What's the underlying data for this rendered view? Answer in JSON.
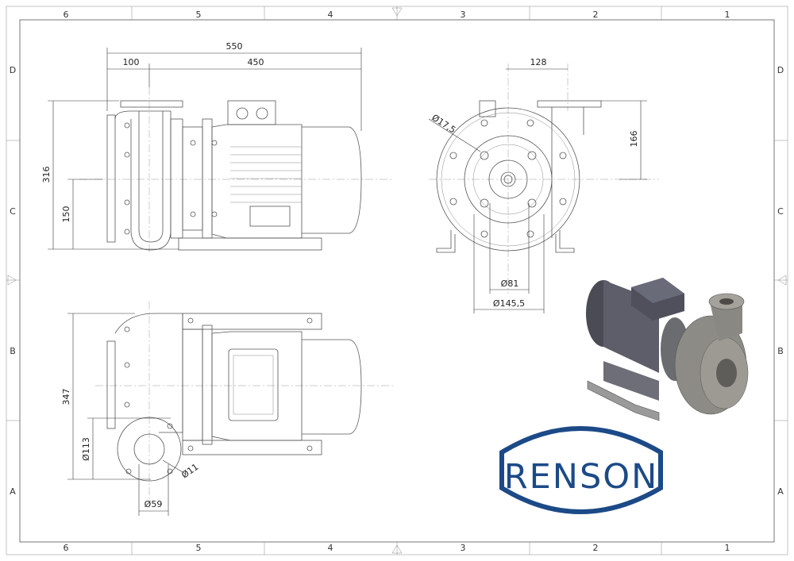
{
  "frame": {
    "columns": [
      "6",
      "5",
      "4",
      "3",
      "2",
      "1"
    ],
    "rows": [
      "D",
      "C",
      "B",
      "A"
    ]
  },
  "dimensions": {
    "overall_length": "550",
    "inlet_offset": "100",
    "motor_length": "450",
    "total_height": "316",
    "shaft_height": "150",
    "outlet_offset": "128",
    "outlet_height": "166",
    "bolt_hole_dia": "Ø17,5",
    "bore_dia": "Ø81",
    "bolt_circle_dia": "Ø145,5",
    "top_view_depth": "347",
    "flange_bolt_circle": "Ø113",
    "flange_hole_dia": "Ø11",
    "flange_bore": "Ø59"
  },
  "logo": {
    "text": "RENSON",
    "color": "#1c4a87"
  }
}
